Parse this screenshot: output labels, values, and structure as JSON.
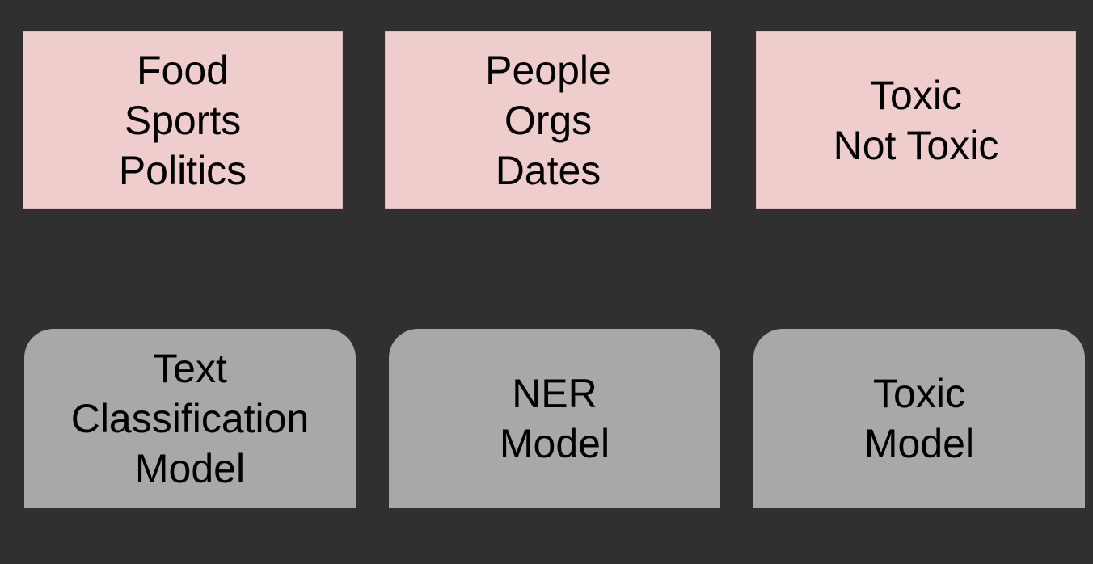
{
  "label_sets": [
    {
      "lines": [
        "Food",
        "Sports",
        "Politics"
      ]
    },
    {
      "lines": [
        "People",
        "Orgs",
        "Dates"
      ]
    },
    {
      "lines": [
        "Toxic",
        "Not Toxic"
      ]
    }
  ],
  "models": [
    {
      "lines": [
        "Text",
        "Classification",
        "Model"
      ]
    },
    {
      "lines": [
        "NER",
        "Model"
      ]
    },
    {
      "lines": [
        "Toxic",
        "Model"
      ]
    }
  ],
  "colors": {
    "background": "#303030",
    "label_box": "#eecdcc",
    "model_box": "#a8a8a8",
    "text": "#000000"
  }
}
